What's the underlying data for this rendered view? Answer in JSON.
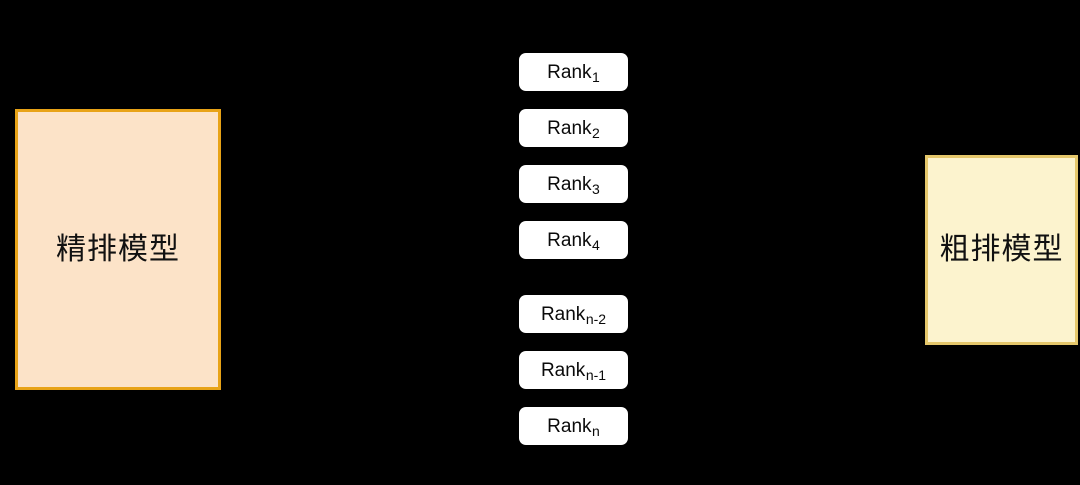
{
  "diagram": {
    "background_color": "#000000",
    "left_model": {
      "label": "精排模型",
      "fill_color": "#FCE3C8",
      "border_color": "#E8A317"
    },
    "right_model": {
      "label": "粗排模型",
      "fill_color": "#FCF3CE",
      "border_color": "#E5C76B"
    },
    "rank_list": {
      "chip_fill_color": "#FFFFFF",
      "chip_text_color": "#0A0A0A",
      "items": [
        {
          "base": "Rank",
          "sub": "1"
        },
        {
          "base": "Rank",
          "sub": "2"
        },
        {
          "base": "Rank",
          "sub": "3"
        },
        {
          "base": "Rank",
          "sub": "4"
        },
        {
          "base": "Rank",
          "sub": "n-2"
        },
        {
          "base": "Rank",
          "sub": "n-1"
        },
        {
          "base": "Rank",
          "sub": "n"
        }
      ]
    }
  }
}
